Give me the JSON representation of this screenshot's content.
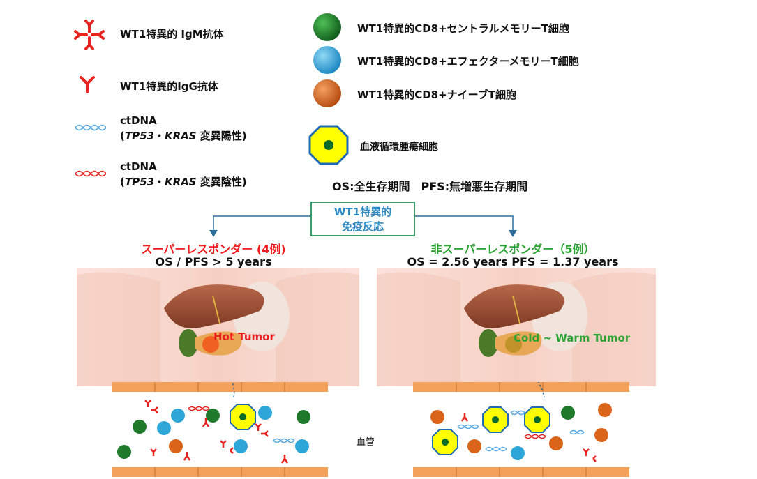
{
  "legend": {
    "igm_label": "WT1特異的 IgM抗体",
    "igg_label": "WT1特異的IgG抗体",
    "ctdna_pos_line1": "ctDNA",
    "ctdna_pos_tp53": "TP53",
    "ctdna_pos_sep": "・",
    "ctdna_pos_kras": "KRAS",
    "ctdna_pos_suffix": " 変異陽性)",
    "ctdna_neg_line1": "ctDNA",
    "ctdna_neg_tp53": "TP53",
    "ctdna_neg_sep": "・",
    "ctdna_neg_kras": "KRAS",
    "ctdna_neg_suffix": " 変異陰性)",
    "central_memory_label": "WT1特異的CD8+セントラルメモリーT細胞",
    "effector_memory_label": "WT1特異的CD8+エフェクターメモリーT細胞",
    "naive_label": "WT1特異的CD8+ナイーブT細胞",
    "ctc_label": "血液循環腫瘍細胞",
    "os_pfs_definition": "OS:全生存期間　PFS:無増悪生存期間"
  },
  "center_box": {
    "line1": "WT1特異的",
    "line2": "免疫反応"
  },
  "left_group": {
    "title": "スーパーレスポンダー (4例)",
    "survival": "OS / PFS > 5 years",
    "tumor_label": "Hot Tumor"
  },
  "right_group": {
    "title": "非スーパーレスポンダー（5例）",
    "survival": "OS = 2.56 years   PFS = 1.37 years",
    "tumor_label": "Cold ~ Warm Tumor"
  },
  "vessel_label": "血管",
  "colors": {
    "antibody_red": "#e8231f",
    "central_memory_green": "#1f7a2c",
    "effector_memory_blue": "#2fa6d8",
    "naive_orange": "#d9641a",
    "ctc_yellow": "#ffff00",
    "box_border": "#3a9b6b",
    "box_text": "#2f8ac3",
    "super_responder_red": "#ee1c1c",
    "non_responder_green": "#2aa332",
    "vessel_orange": "#f2a05a"
  }
}
